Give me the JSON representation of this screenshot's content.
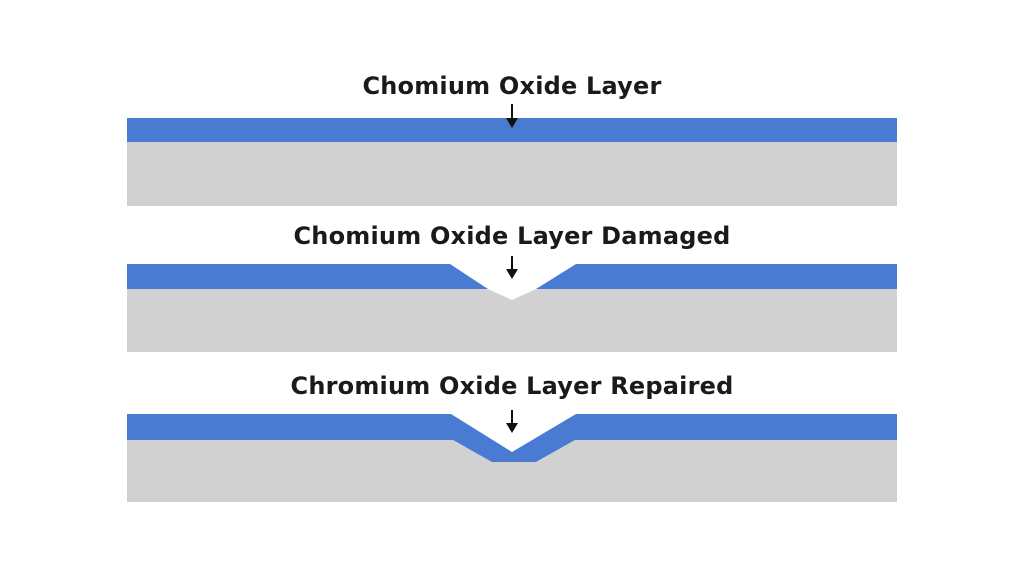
{
  "colors": {
    "oxide_layer": "#4a7bd2",
    "base_metal": "#d1d1d1",
    "arrow": "#111111",
    "text": "#1a1a1a",
    "background": "#ffffff"
  },
  "panels": [
    {
      "state": "intact",
      "title": "Chomium Oxide Layer"
    },
    {
      "state": "damaged",
      "title": "Chomium Oxide Layer Damaged"
    },
    {
      "state": "repaired",
      "title": "Chromium Oxide Layer Repaired"
    }
  ]
}
